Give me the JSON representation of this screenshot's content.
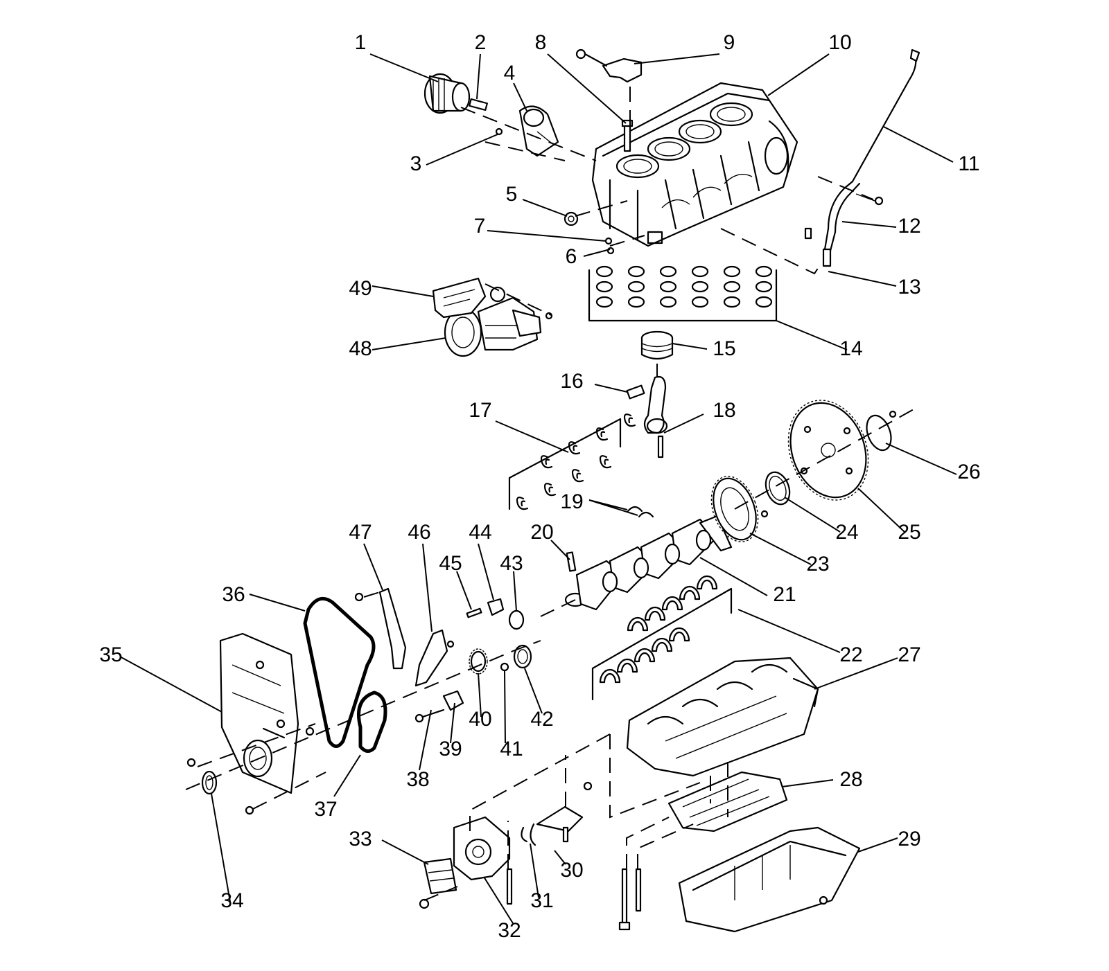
{
  "callouts": {
    "1": "1",
    "2": "2",
    "3": "3",
    "4": "4",
    "5": "5",
    "6": "6",
    "7": "7",
    "8": "8",
    "9": "9",
    "10": "10",
    "11": "11",
    "12": "12",
    "13": "13",
    "14": "14",
    "15": "15",
    "16": "16",
    "17": "17",
    "18": "18",
    "19": "19",
    "20": "20",
    "21": "21",
    "22": "22",
    "23": "23",
    "24": "24",
    "25": "25",
    "26": "26",
    "27": "27",
    "28": "28",
    "29": "29",
    "30": "30",
    "31": "31",
    "32": "32",
    "33": "33",
    "34": "34",
    "35": "35",
    "36": "36",
    "37": "37",
    "38": "38",
    "39": "39",
    "40": "40",
    "41": "41",
    "42": "42",
    "43": "43",
    "44": "44",
    "45": "45",
    "46": "46",
    "47": "47",
    "48": "48",
    "49": "49"
  },
  "colors": {
    "line": "#000000",
    "background": "#ffffff"
  }
}
